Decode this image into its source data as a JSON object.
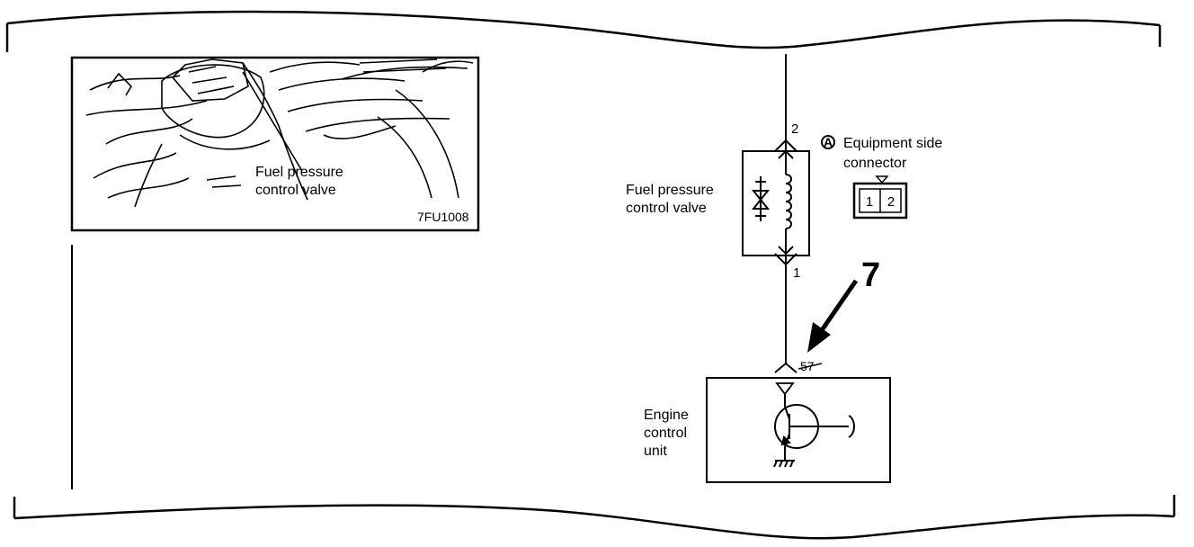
{
  "photo": {
    "label_line1": "Fuel pressure",
    "label_line2": "control valve",
    "figure_code": "7FU1008"
  },
  "diagram": {
    "pin_top": "2",
    "pin_bottom": "1",
    "valve_label_line1": "Fuel pressure",
    "valve_label_line2": "control valve",
    "connector_marker": "A",
    "connector_label_line1": "Equipment side",
    "connector_label_line2": "connector",
    "connector_pins": [
      "1",
      "2"
    ],
    "callout_number": "7",
    "ecu_terminal": "57",
    "ecu_label_line1": "Engine",
    "ecu_label_line2": "control",
    "ecu_label_line3": "unit"
  }
}
